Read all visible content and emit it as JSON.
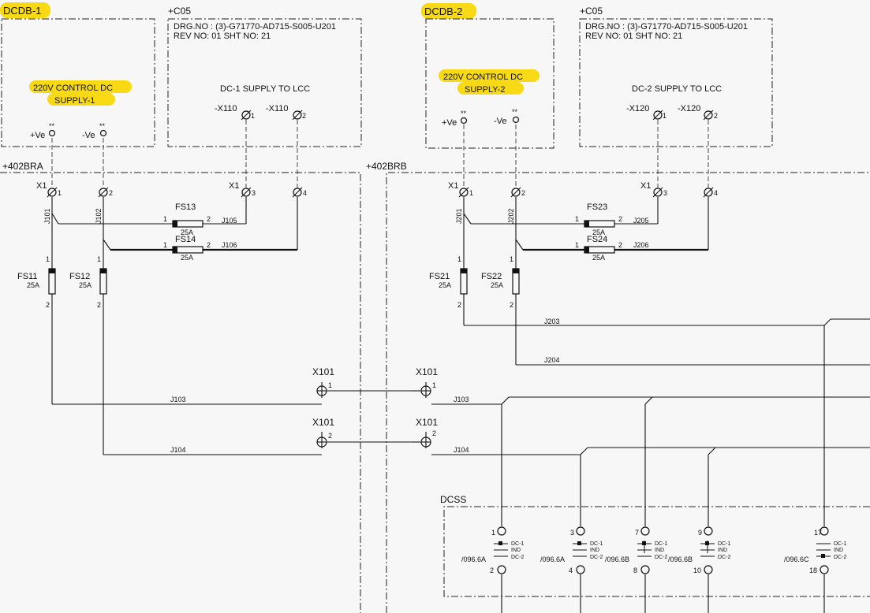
{
  "dcdb1": {
    "tag": "DCDB-1",
    "title_line1": "220V CONTROL DC",
    "title_line2": "SUPPLY-1",
    "pos": "+Ve",
    "neg": "-Ve",
    "star": "**"
  },
  "dcdb2": {
    "tag": "DCDB-2",
    "title_line1": "220V CONTROL DC",
    "title_line2": "SUPPLY-2",
    "pos": "+Ve",
    "neg": "-Ve",
    "star": "**"
  },
  "c05_1": {
    "tag": "+C05",
    "drg": "DRG.NO : (3)-G71770-AD715-S005-U201",
    "rev": "REV NO: 01 SHT NO: 21",
    "desc": "DC-1 SUPPLY TO LCC",
    "term1": "-X110",
    "term2": "-X110",
    "n1": "1",
    "n2": "2"
  },
  "c05_2": {
    "tag": "+C05",
    "drg": "DRG.NO : (3)-G71770-AD715-S005-U201",
    "rev": "REV NO: 01 SHT NO: 21",
    "desc": "DC-2 SUPPLY TO LCC",
    "term1": "-X120",
    "term2": "-X120",
    "n1": "1",
    "n2": "2"
  },
  "panel_a": {
    "tag": "+402BRA",
    "x1a": "X1",
    "x1b": "X1",
    "terms": [
      "1",
      "2",
      "3",
      "4"
    ],
    "fs13": "FS13",
    "fs14": "FS14",
    "fs11": "FS11",
    "fs12": "FS12",
    "rating": "25A",
    "pin1": "1",
    "pin2": "2",
    "wires": {
      "w101": "J101",
      "w102": "J102",
      "w105": "J105",
      "w106": "J106",
      "w103": "J103",
      "w104": "J104"
    },
    "x101": "X101",
    "x101_1": "1",
    "x101_2": "2"
  },
  "panel_b": {
    "tag": "+402BRB",
    "x1a": "X1",
    "x1b": "X1",
    "terms": [
      "1",
      "2",
      "3",
      "4"
    ],
    "fs23": "FS23",
    "fs24": "FS24",
    "fs21": "FS21",
    "fs22": "FS22",
    "rating": "25A",
    "pin1": "1",
    "pin2": "2",
    "wires": {
      "w201": "J201",
      "w202": "J202",
      "w205": "J205",
      "w206": "J206",
      "w203": "J203",
      "w204": "J204",
      "w103": "J103",
      "w104": "J104"
    },
    "x101": "X101",
    "x101_1": "1",
    "x101_2": "2"
  },
  "dcss": {
    "tag": "DCSS",
    "top": [
      "1",
      "3",
      "7",
      "9",
      "17"
    ],
    "bottom": [
      "2",
      "4",
      "8",
      "10",
      "18"
    ],
    "refs": [
      "/096.6A",
      "/096.6A",
      "/096.6B",
      "/096.6B",
      "/096.6C"
    ],
    "dc1": "DC-1",
    "ind": "IND",
    "dc2": "DC-2"
  }
}
